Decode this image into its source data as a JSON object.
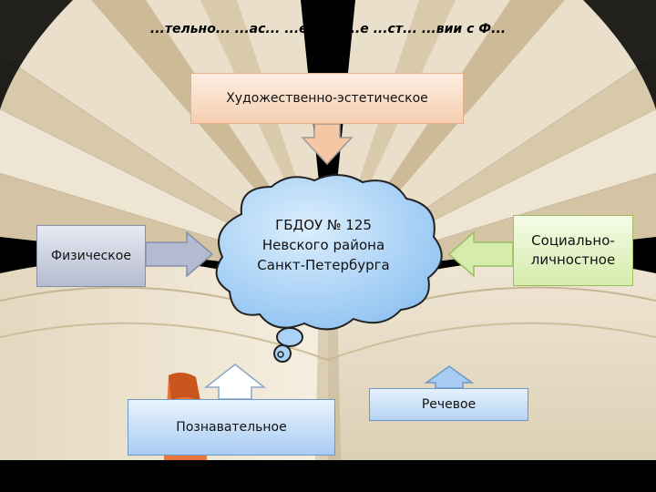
{
  "title": "...тельно... ...ас... ...еда... ...е ...ст... ...вии с Ф...",
  "center": {
    "line1": "ГБДОУ № 125",
    "line2": "Невского района",
    "line3": "Санкт-Петербурга"
  },
  "areas": {
    "artistic": "Художественно-эстетическое",
    "physical": "Физическое",
    "social": "Социально-личностное",
    "cognitive": "Познавательное",
    "speech": "Речевое"
  },
  "colors": {
    "artistic": "#f6cfb0",
    "physical": "#b6bcd0",
    "social": "#d6ecac",
    "cognitive": "#a8ccf2",
    "speech": "#b5d3f3",
    "cloud": "#a9d2f6"
  }
}
